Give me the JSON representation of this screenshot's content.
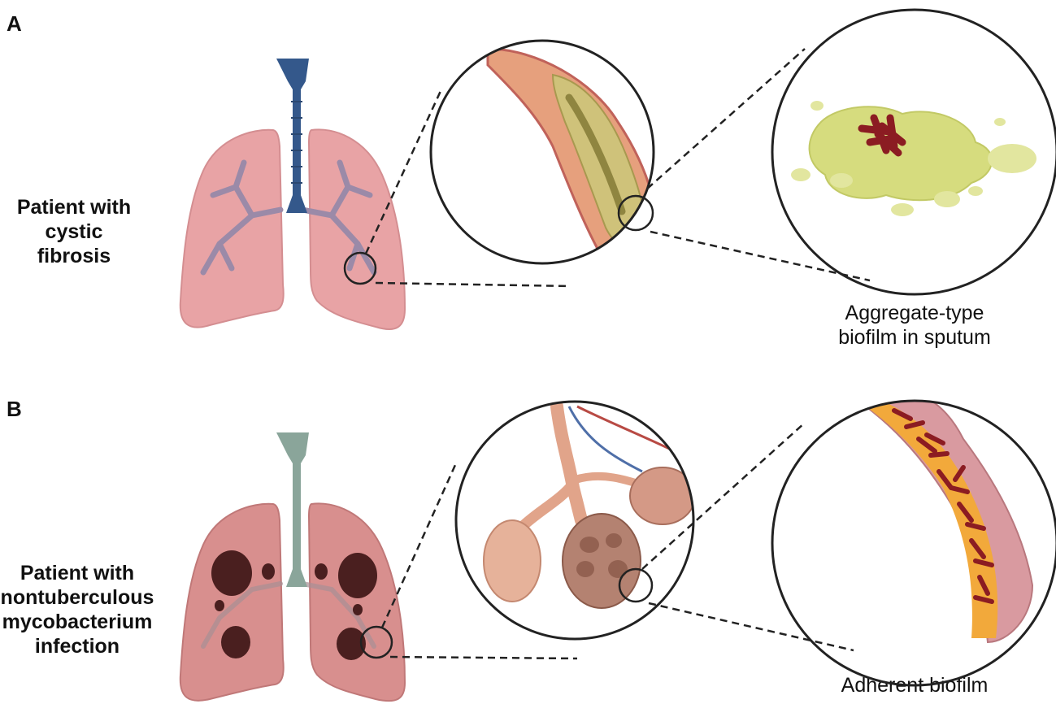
{
  "panels": [
    {
      "label": "A",
      "patient_lines": [
        "Patient with",
        "cystic fibrosis"
      ],
      "caption_lines": [
        "Aggregate-type",
        "biofilm in sputum"
      ]
    },
    {
      "label": "B",
      "patient_lines": [
        "Patient with",
        "nontuberculous",
        "mycobacterium",
        "infection"
      ],
      "caption_lines": [
        "Adherent biofilm"
      ]
    }
  ],
  "colors": {
    "lung": "#e8a3a5",
    "lung_b": "#d88f8e",
    "trachea_a": "#34588b",
    "trachea_b": "#8aa59a",
    "airway": "#9b8aa8",
    "mucus": "#d6dc7e",
    "biofilm_rods": "#8b1c22",
    "adherent_layer": "#f2a93b",
    "tissue": "#d99aa0",
    "lesion": "#4a1f1f"
  }
}
